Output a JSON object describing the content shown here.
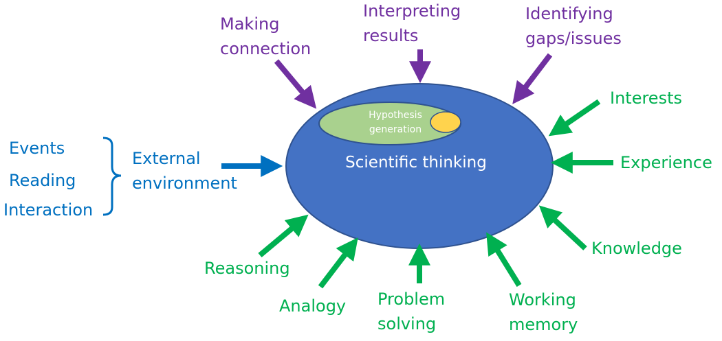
{
  "center": {
    "title": "Scientific thinking",
    "inner_lines": [
      "Hypothesis",
      "generation"
    ]
  },
  "top": {
    "making_connection": [
      "Making",
      "connection"
    ],
    "interpreting_results": [
      "Interpreting",
      "results"
    ],
    "identifying_gaps": [
      "Identifying",
      "gaps/issues"
    ]
  },
  "right": {
    "interests": "Interests",
    "experience": "Experience",
    "knowledge": "Knowledge"
  },
  "bottom": {
    "reasoning": "Reasoning",
    "analogy": "Analogy",
    "problem_solving": [
      "Problem",
      "solving"
    ],
    "working_memory": [
      "Working",
      "memory"
    ]
  },
  "left": {
    "sources": [
      "Events",
      "Reading",
      "Interaction"
    ],
    "external_environment": [
      "External",
      "environment"
    ]
  },
  "colors": {
    "ellipse_fill": "#4472c4",
    "ellipse_stroke": "#2f528f",
    "inner_fill": "#a9d18e",
    "yellow_circle": "#ffd34d",
    "purple": "#7030a0",
    "green": "#00b050",
    "blue": "#0070c0"
  }
}
